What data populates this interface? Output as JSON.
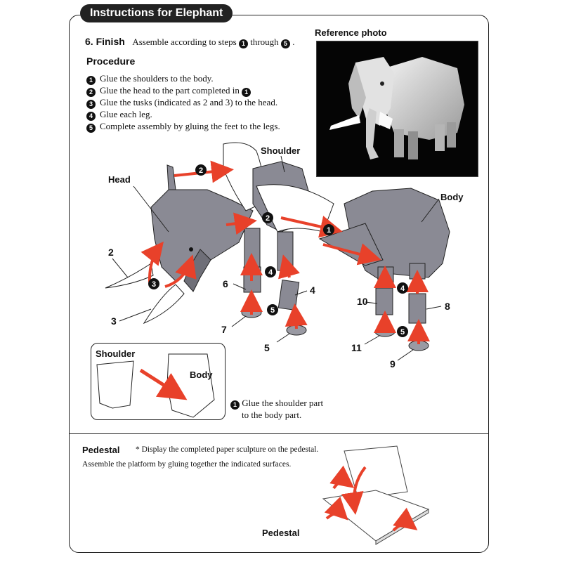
{
  "title": "Instructions for Elephant",
  "step": {
    "number_label": "6. Finish",
    "text_before": "Assemble according to steps",
    "from_circle": "1",
    "through_word": "through",
    "to_circle": "5",
    "end": "."
  },
  "procedure": {
    "heading": "Procedure",
    "items": [
      {
        "n": "1",
        "text": "Glue the shoulders to the body."
      },
      {
        "n": "2",
        "text": "Glue the head to the part completed in"
      },
      {
        "n": "3",
        "text": "Glue the tusks (indicated as 2 and 3) to the head."
      },
      {
        "n": "4",
        "text": "Glue each leg."
      },
      {
        "n": "5",
        "text": "Complete assembly by gluing the feet to the legs."
      }
    ],
    "item2_ref": "1"
  },
  "reference_photo": {
    "label": "Reference photo"
  },
  "diagram": {
    "labels": {
      "head": "Head",
      "shoulder": "Shoulder",
      "body": "Body"
    },
    "part_numbers": {
      "n2": "2",
      "n3": "3",
      "n4": "4",
      "n5": "5",
      "n6": "6",
      "n7": "7",
      "n8": "8",
      "n9": "9",
      "n10": "10",
      "n11": "11"
    },
    "step_markers": {
      "s1": "1",
      "s2a": "2",
      "s2b": "2",
      "s3": "3",
      "s4a": "4",
      "s4b": "4",
      "s5a": "5",
      "s5b": "5"
    }
  },
  "inset": {
    "shoulder_label": "Shoulder",
    "body_label": "Body",
    "note_circle": "1",
    "note_line1": "Glue the shoulder part",
    "note_line2": "to the body part."
  },
  "pedestal": {
    "heading": "Pedestal",
    "note": "* Display the completed paper sculpture on the pedestal.",
    "instruction": "Assemble the platform by gluing together the indicated surfaces.",
    "label": "Pedestal"
  },
  "colors": {
    "frame": "#222222",
    "arrow": "#e8412a",
    "part_gray": "#8a8a94",
    "part_dark": "#5a5a63"
  }
}
